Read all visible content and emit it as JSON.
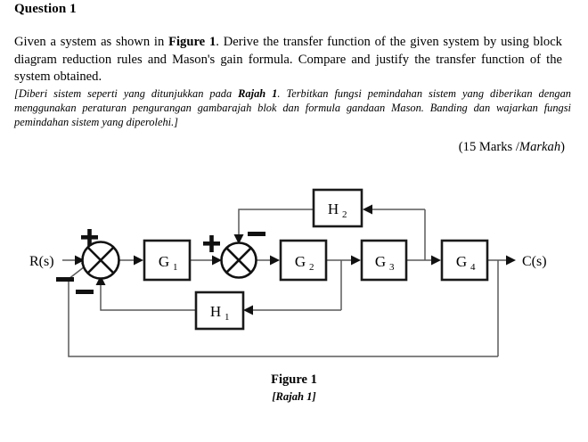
{
  "question": {
    "heading": "Question 1",
    "body_en": "Given a system as shown in Figure 1. Derive the transfer function of the given system by using block diagram reduction rules and Mason's gain formula. Compare and justify the transfer function of the system obtained.",
    "body_en_pre": "Given a system as shown in ",
    "body_en_bold": "Figure 1",
    "body_en_post": ". Derive the transfer function of the given system by using block diagram reduction rules and Mason's gain formula. Compare and justify the transfer function of the system obtained.",
    "body_ms_pre": "[Diberi sistem seperti yang ditunjukkan pada ",
    "body_ms_bold": "Rajah 1",
    "body_ms_post": ". Terbitkan fungsi pemindahan sistem yang diberikan dengan menggunakan peraturan pengurangan gambarajah blok dan formula gandaan Mason. Banding dan wajarkan fungsi pemindahan sistem yang diperolehi.]",
    "marks_pre": "(15 Marks /",
    "marks_italic": "Markah",
    "marks_post": ")"
  },
  "figure": {
    "caption_main": "Figure 1",
    "caption_sub": "[Rajah 1]"
  },
  "diagram": {
    "input_label": "R(s)",
    "output_label": "C(s)",
    "blocks": [
      {
        "id": "G1",
        "label": "G",
        "sub": "1"
      },
      {
        "id": "G2",
        "label": "G",
        "sub": "2"
      },
      {
        "id": "G3",
        "label": "G",
        "sub": "3"
      },
      {
        "id": "G4",
        "label": "G",
        "sub": "4"
      },
      {
        "id": "H1",
        "label": "H",
        "sub": "1"
      },
      {
        "id": "H2",
        "label": "H",
        "sub": "2"
      }
    ],
    "summing_junctions": [
      {
        "id": "sum1",
        "signs": [
          "+",
          "-",
          "-"
        ]
      },
      {
        "id": "sum2",
        "signs": [
          "+",
          "-"
        ]
      }
    ],
    "sign_plus": "+",
    "sign_minus": "-"
  }
}
